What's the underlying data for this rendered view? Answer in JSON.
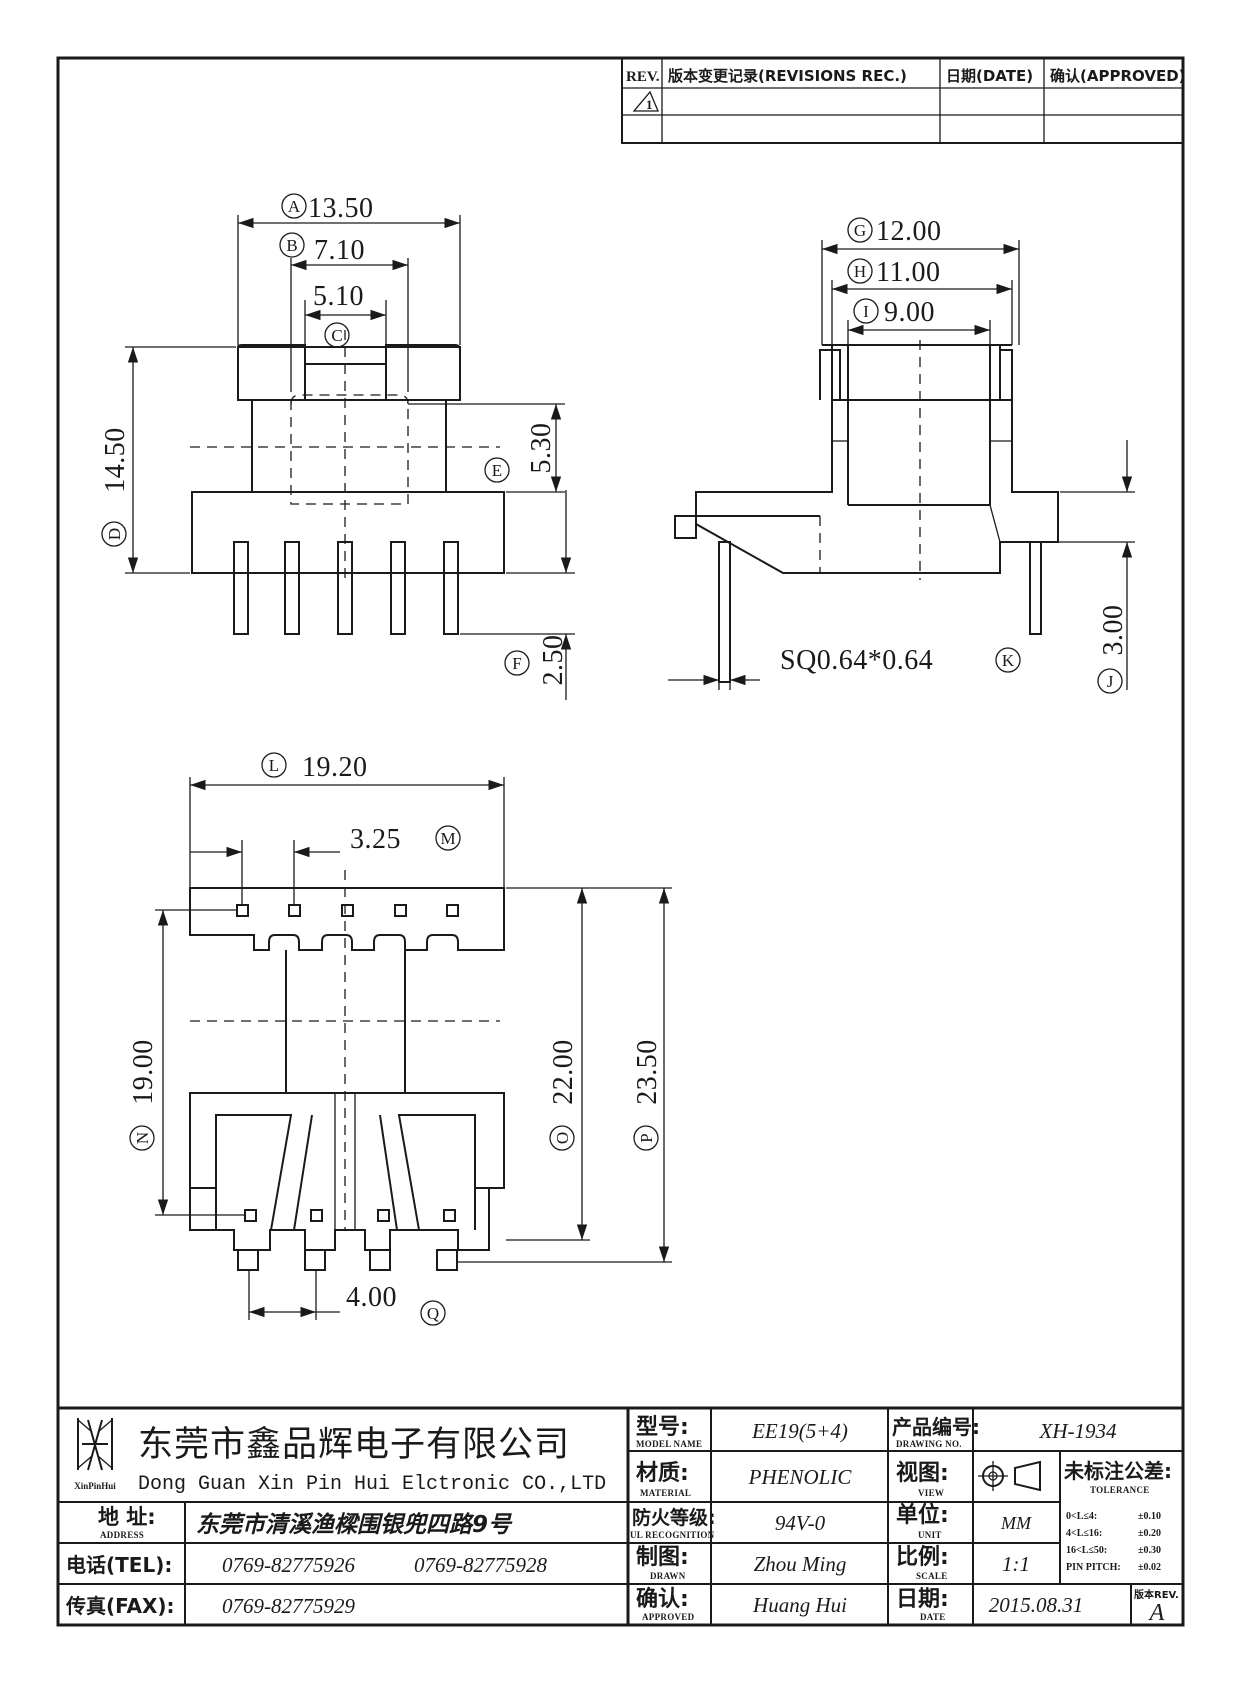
{
  "revision_table": {
    "headers": [
      "REV.",
      "版本变更记录(REVISIONS REC.)",
      "日期(DATE)",
      "确认(APPROVED)"
    ],
    "rows": [
      {
        "rev": "1"
      }
    ]
  },
  "front_view": {
    "dims": {
      "A": {
        "letter": "A",
        "value": "13.50"
      },
      "B": {
        "letter": "B",
        "value": "7.10"
      },
      "C": {
        "letter": "C",
        "value": "5.10"
      },
      "D": {
        "letter": "D",
        "value": "14.50"
      },
      "E": {
        "letter": "E",
        "value": "5.30"
      },
      "F": {
        "letter": "F",
        "value": "2.50"
      }
    }
  },
  "side_view": {
    "dims": {
      "G": {
        "letter": "G",
        "value": "12.00"
      },
      "H": {
        "letter": "H",
        "value": "11.00"
      },
      "I": {
        "letter": "I",
        "value": "9.00"
      },
      "J": {
        "letter": "J",
        "value": "3.00"
      },
      "K": {
        "letter": "K",
        "value": "SQ0.64*0.64"
      }
    }
  },
  "bottom_view": {
    "dims": {
      "L": {
        "letter": "L",
        "value": "19.20"
      },
      "M": {
        "letter": "M",
        "value": "3.25"
      },
      "N": {
        "letter": "N",
        "value": "19.00"
      },
      "O": {
        "letter": "O",
        "value": "22.00"
      },
      "P": {
        "letter": "P",
        "value": "23.50"
      },
      "Q": {
        "letter": "Q",
        "value": "4.00"
      }
    }
  },
  "title_block": {
    "logo_text": "XinPinHui",
    "company_cn": "东莞市鑫品辉电子有限公司",
    "company_en": "Dong Guan Xin Pin Hui Elctronic CO.,LTD",
    "address_label": "地 址:",
    "address_sub": "ADDRESS",
    "address": "东莞市清溪渔樑围银兜四路9号",
    "tel_label": "电话(TEL):",
    "tel_1": "0769-82775926",
    "tel_2": "0769-82775928",
    "fax_label": "传真(FAX):",
    "fax": "0769-82775929",
    "model_label": "型号:",
    "model_sub": "MODEL NAME",
    "model": "EE19(5+4)",
    "material_label": "材质:",
    "material_sub": "MATERIAL",
    "material": "PHENOLIC",
    "flame_label": "防火等级:",
    "flame_sub": "UL RECOGNITION",
    "flame": "94V-0",
    "drawn_label": "制图:",
    "drawn_sub": "DRAWN",
    "drawn": "Zhou Ming",
    "approved_label": "确认:",
    "approved_sub": "APPROVED",
    "approved": "Huang Hui",
    "drawing_no_label": "产品编号:",
    "drawing_no_sub": "DRAWING NO.",
    "drawing_no": "XH-1934",
    "view_label": "视图:",
    "view_sub": "VIEW",
    "unit_label": "单位:",
    "unit_sub": "UNIT",
    "unit": "MM",
    "scale_label": "比例:",
    "scale_sub": "SCALE",
    "scale": "1:1",
    "date_label": "日期:",
    "date_sub": "DATE",
    "date": "2015.08.31",
    "tolerance_label": "未标注公差:",
    "tolerance_sub": "TOLERANCE",
    "tolerance_rows": [
      {
        "range": "0<L≤4:",
        "tol": "±0.10"
      },
      {
        "range": "4<L≤16:",
        "tol": "±0.20"
      },
      {
        "range": "16<L≤50:",
        "tol": "±0.30"
      },
      {
        "range": "PIN PITCH:",
        "tol": "±0.02"
      }
    ],
    "rev_label": "版本REV.",
    "rev": "A"
  }
}
